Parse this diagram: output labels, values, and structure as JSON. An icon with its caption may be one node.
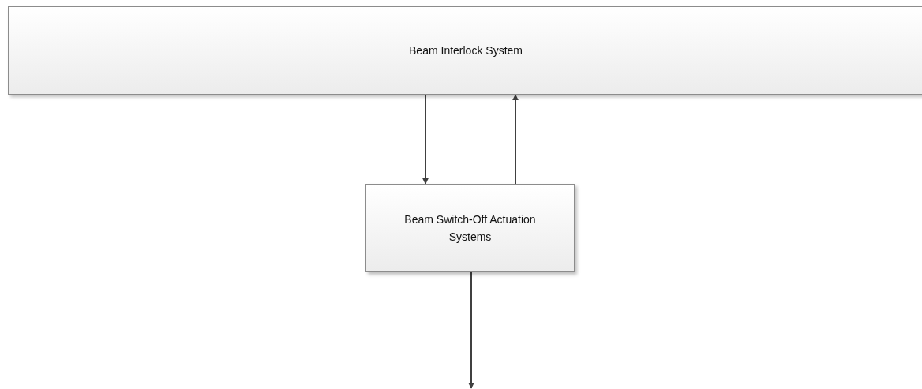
{
  "diagram": {
    "nodes": [
      {
        "text": [
          "Beam Interlock System"
        ]
      },
      {
        "text": [
          "Beam Switch-Off Actuation Systems"
        ]
      }
    ],
    "edges": [
      {
        "from": 0,
        "to": 1,
        "arrow": "to"
      },
      {
        "from": 1,
        "to": 0,
        "arrow": "to"
      },
      {
        "from": 1,
        "to": null,
        "arrow": "to"
      }
    ]
  }
}
